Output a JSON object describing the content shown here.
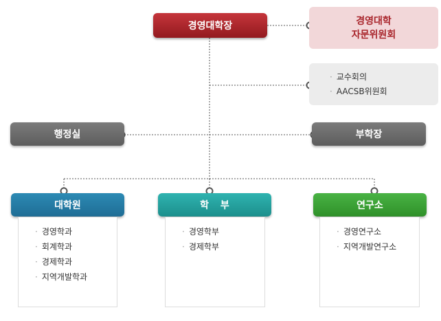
{
  "org": {
    "dean": "경영대학장",
    "advisory_line1": "경영대학",
    "advisory_line2": "자문위원회",
    "committees": [
      "교수회의",
      "AACSB위원회"
    ],
    "admin_office": "행정실",
    "vice_dean": "부학장",
    "graduate_school": "대학원",
    "undergraduate": "학 부",
    "institute": "연구소",
    "graduate_depts": [
      "경영학과",
      "회계학과",
      "경제학과",
      "지역개발학과"
    ],
    "undergrad_depts": [
      "경영학부",
      "경제학부"
    ],
    "institute_units": [
      "경영연구소",
      "지역개발연구소"
    ]
  },
  "colors": {
    "dean": "#a8242a",
    "advisory_bg": "#f2d7d9",
    "committee_bg": "#ececec",
    "gray_box": "#6b6b6b",
    "graduate": "#2580aa",
    "undergraduate": "#26a2a0",
    "institute": "#3ea439"
  }
}
